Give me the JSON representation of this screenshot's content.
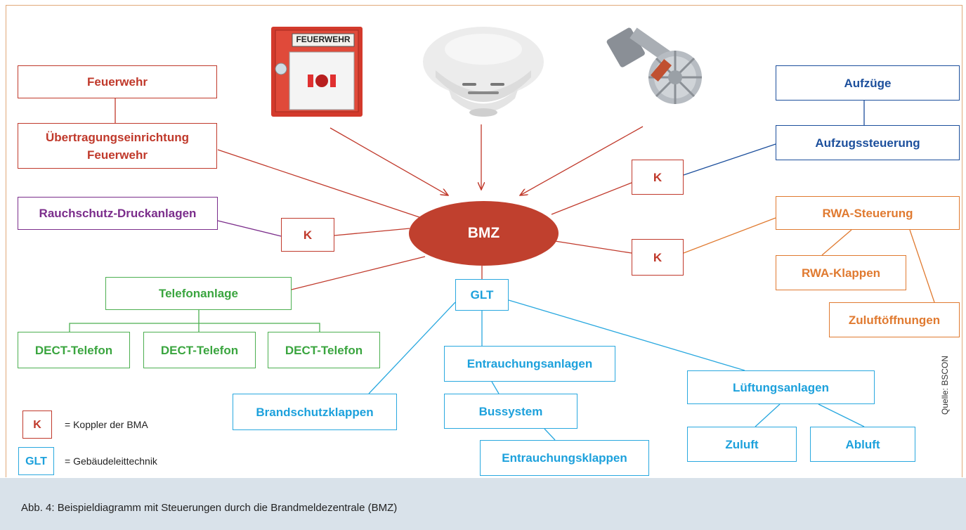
{
  "center": "BMZ",
  "boxes": {
    "feuerwehr": "Feuerwehr",
    "ueb_line1": "Übertragungseinrichtung",
    "ueb_line2": "Feuerwehr",
    "rauchschutz": "Rauchschutz-Druckanlagen",
    "k": "K",
    "telefonanlage": "Telefonanlage",
    "dect": "DECT-Telefon",
    "aufzuege": "Aufzüge",
    "aufzugssteuerung": "Aufzugssteuerung",
    "rwa_steuerung": "RWA-Steuerung",
    "rwa_klappen": "RWA-Klappen",
    "zuluftoeffnungen": "Zuluftöffnungen",
    "glt": "GLT",
    "brandschutzklappen": "Brandschutzklappen",
    "entrauchungsanlagen": "Entrauchungsanlagen",
    "bussystem": "Bussystem",
    "entrauchungsklappen": "Entrauchungsklappen",
    "lueftungsanlagen": "Lüftungsanlagen",
    "zuluft": "Zuluft",
    "abluft": "Abluft"
  },
  "legend": {
    "k_symbol": "K",
    "k_text": "=  Koppler der BMA",
    "glt_symbol": "GLT",
    "glt_text": "=  Gebäudeleittechnik"
  },
  "photos": {
    "callpoint_label": "FEUERWEHR"
  },
  "caption": "Abb. 4: Beispieldiagramm mit Steuerungen durch die Brandmeldezentrale (BMZ)",
  "source": "Quelle: BSCON",
  "colors": {
    "red": "#c0392b",
    "purple": "#7b2d8b",
    "blue": "#1c4f9c",
    "orange": "#e07a30",
    "green": "#4caf50",
    "cyan": "#29a8df",
    "bmz_fill": "#c0402e",
    "caption_bg": "#d9e2ea"
  }
}
